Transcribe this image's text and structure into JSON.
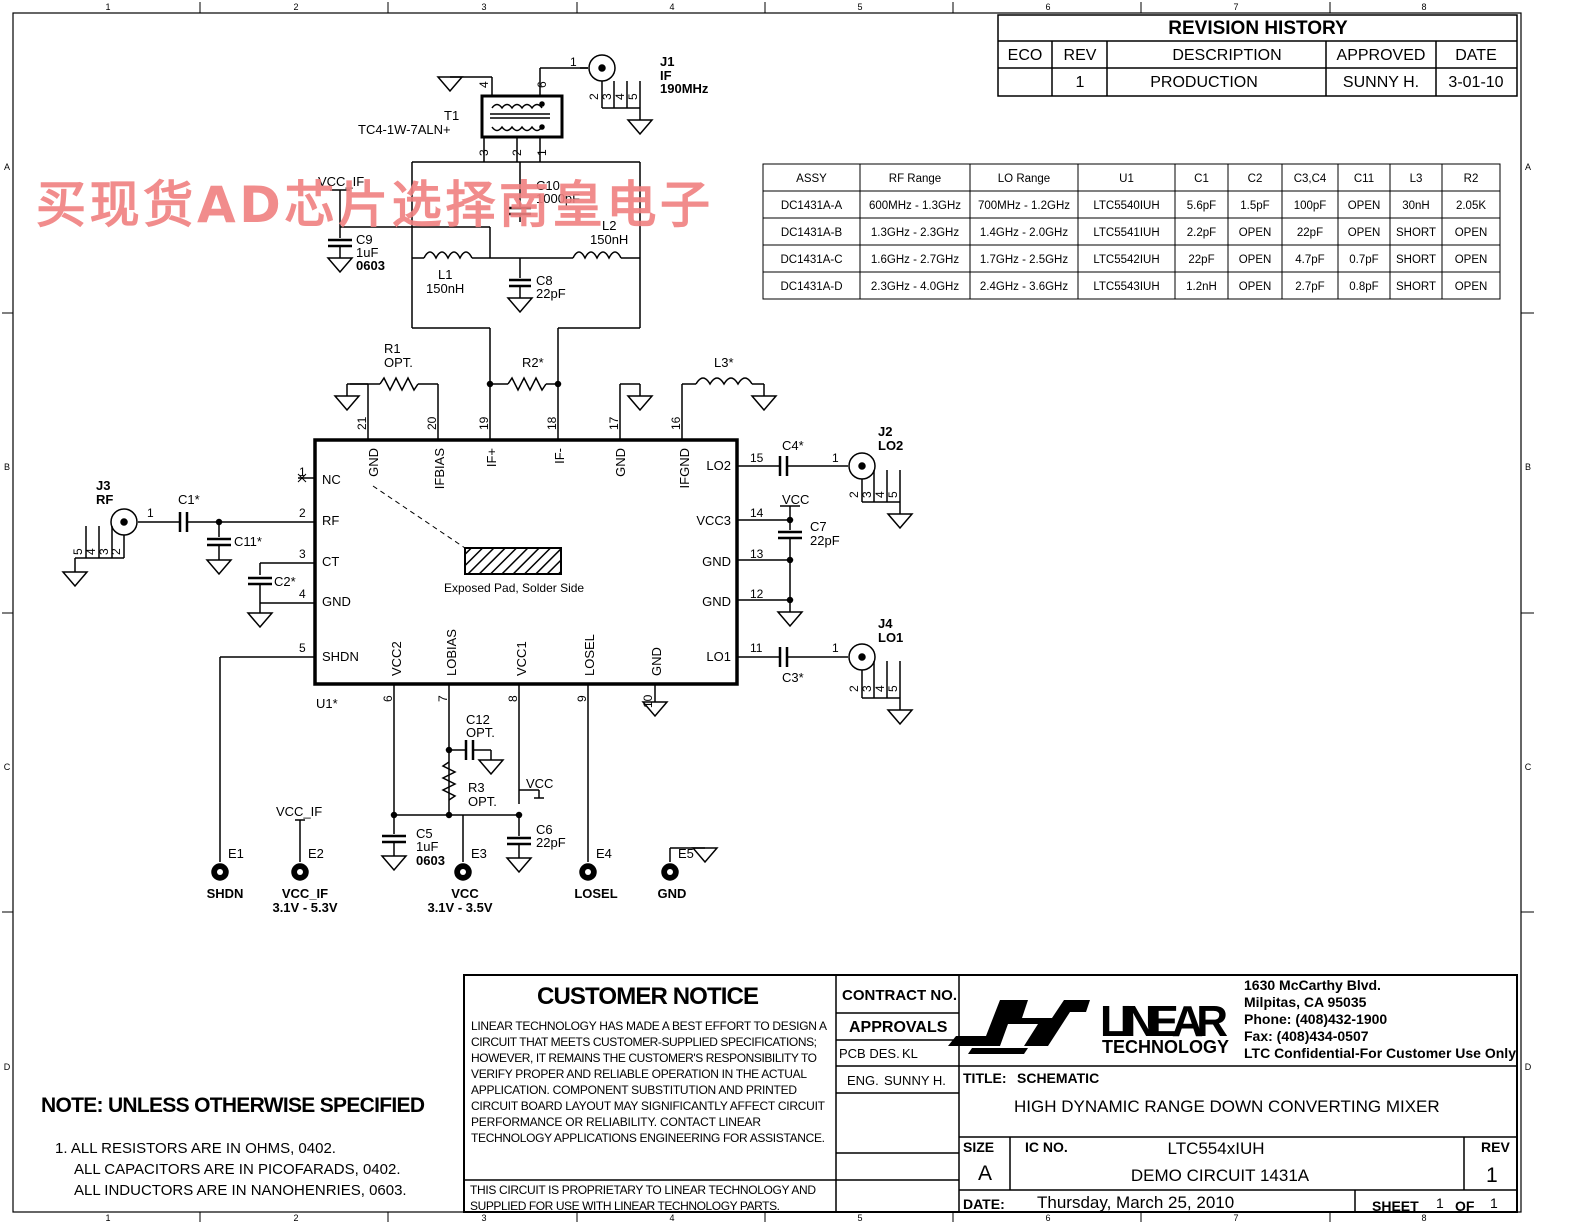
{
  "frame": {
    "col_labels": [
      "1",
      "2",
      "3",
      "4",
      "5",
      "6",
      "7",
      "8"
    ],
    "row_labels": [
      "A",
      "B",
      "C",
      "D"
    ]
  },
  "watermark": "买现货AD芯片选择南皇电子",
  "revision_history": {
    "title": "REVISION HISTORY",
    "headers": [
      "ECO",
      "REV",
      "DESCRIPTION",
      "APPROVED",
      "DATE"
    ],
    "row": [
      "",
      "1",
      "PRODUCTION",
      "SUNNY H.",
      "3-01-10"
    ]
  },
  "assy_table": {
    "headers": [
      "ASSY",
      "RF Range",
      "LO Range",
      "U1",
      "C1",
      "C2",
      "C3,C4",
      "C11",
      "L3",
      "R2"
    ],
    "rows": [
      [
        "DC1431A-A",
        "600MHz - 1.3GHz",
        "700MHz - 1.2GHz",
        "LTC5540IUH",
        "5.6pF",
        "1.5pF",
        "100pF",
        "OPEN",
        "30nH",
        "2.05K"
      ],
      [
        "DC1431A-B",
        "1.3GHz - 2.3GHz",
        "1.4GHz - 2.0GHz",
        "LTC5541IUH",
        "2.2pF",
        "OPEN",
        "22pF",
        "OPEN",
        "SHORT",
        "OPEN"
      ],
      [
        "DC1431A-C",
        "1.6GHz - 2.7GHz",
        "1.7GHz - 2.5GHz",
        "LTC5542IUH",
        "22pF",
        "OPEN",
        "4.7pF",
        "0.7pF",
        "SHORT",
        "OPEN"
      ],
      [
        "DC1431A-D",
        "2.3GHz - 4.0GHz",
        "2.4GHz - 3.6GHz",
        "LTC5543IUH",
        "1.2nH",
        "OPEN",
        "2.7pF",
        "0.8pF",
        "SHORT",
        "OPEN"
      ]
    ]
  },
  "schematic": {
    "t1_ref": "T1",
    "t1_part": "TC4-1W-7ALN+",
    "j1_ref": "J1",
    "j1_name": "IF",
    "j1_freq": "190MHz",
    "vcc_if": "VCC_IF",
    "vcc": "VCC",
    "c9": [
      "C9",
      "1uF",
      "0603"
    ],
    "c10": [
      "C10",
      "1000pF"
    ],
    "l1": [
      "L1",
      "150nH"
    ],
    "l2": [
      "L2",
      "150nH"
    ],
    "c8": [
      "C8",
      "22pF"
    ],
    "r1": [
      "R1",
      "OPT."
    ],
    "r2": "R2*",
    "l3": "L3*",
    "j2": [
      "J2",
      "LO2"
    ],
    "c4": "C4*",
    "c7": [
      "C7",
      "22pF"
    ],
    "j4": [
      "J4",
      "LO1"
    ],
    "c3": "C3*",
    "j3": [
      "J3",
      "RF"
    ],
    "c1": "C1*",
    "c11": "C11*",
    "c2": "C2*",
    "u1": "U1*",
    "pins_top": [
      "GND",
      "IFBIAS",
      "IF+",
      "IF-",
      "GND",
      "IFGND"
    ],
    "pins_left": [
      "NC",
      "RF",
      "CT",
      "GND",
      "SHDN"
    ],
    "pins_right": [
      "LO2",
      "VCC3",
      "GND",
      "GND",
      "LO1"
    ],
    "pins_bottom": [
      "VCC2",
      "LOBIAS",
      "VCC1",
      "LOSEL",
      "GND"
    ],
    "pin_numbers": [
      "1",
      "2",
      "3",
      "4",
      "5",
      "6",
      "7",
      "8",
      "9",
      "10",
      "11",
      "12",
      "13",
      "14",
      "15",
      "16",
      "17",
      "18",
      "19",
      "20",
      "21"
    ],
    "exposed_pad": "Exposed Pad, Solder Side",
    "c12": [
      "C12",
      "OPT."
    ],
    "r3": [
      "R3",
      "OPT."
    ],
    "c5": [
      "C5",
      "1uF",
      "0603"
    ],
    "c6": [
      "C6",
      "22pF"
    ],
    "connector_pins": [
      "1",
      "2",
      "3",
      "4",
      "5",
      "6"
    ],
    "terminals": [
      {
        "ref": "E1",
        "label": "SHDN",
        "sub": ""
      },
      {
        "ref": "E2",
        "label": "VCC_IF",
        "sub": "3.1V - 5.3V"
      },
      {
        "ref": "E3",
        "label": "VCC",
        "sub": "3.1V - 3.5V"
      },
      {
        "ref": "E4",
        "label": "LOSEL",
        "sub": ""
      },
      {
        "ref": "E5",
        "label": "GND",
        "sub": ""
      }
    ]
  },
  "notes": {
    "title": "NOTE: UNLESS OTHERWISE SPECIFIED",
    "lines": [
      "1.  ALL RESISTORS ARE IN OHMS, 0402.",
      "ALL CAPACITORS ARE IN PICOFARADS, 0402.",
      "ALL INDUCTORS ARE IN NANOHENRIES, 0603."
    ]
  },
  "customer_notice": {
    "title": "CUSTOMER NOTICE",
    "lines": [
      "LINEAR TECHNOLOGY HAS MADE A BEST EFFORT TO DESIGN A",
      "CIRCUIT THAT MEETS CUSTOMER-SUPPLIED SPECIFICATIONS;",
      "HOWEVER, IT REMAINS THE CUSTOMER'S RESPONSIBILITY TO",
      "VERIFY PROPER AND RELIABLE OPERATION IN THE ACTUAL",
      "APPLICATION.  COMPONENT SUBSTITUTION AND PRINTED",
      "CIRCUIT BOARD LAYOUT MAY SIGNIFICANTLY AFFECT CIRCUIT",
      "PERFORMANCE OR RELIABILITY.  CONTACT LINEAR",
      "TECHNOLOGY APPLICATIONS ENGINEERING FOR ASSISTANCE."
    ],
    "proprietary": [
      "THIS CIRCUIT IS PROPRIETARY TO LINEAR TECHNOLOGY AND",
      "SUPPLIED FOR USE WITH LINEAR TECHNOLOGY PARTS."
    ]
  },
  "approvals": {
    "contract": "CONTRACT NO.",
    "title": "APPROVALS",
    "pcb_label": "PCB DES.",
    "pcb_value": "KL",
    "eng_label": "ENG.",
    "eng_value": "SUNNY H."
  },
  "company": {
    "logo_word": "LINEAR",
    "logo_sub": "TECHNOLOGY",
    "address": [
      "1630 McCarthy Blvd.",
      "Milpitas, CA 95035",
      "Phone: (408)432-1900",
      "Fax: (408)434-0507",
      "LTC Confidential-For Customer Use Only"
    ]
  },
  "title_block": {
    "title_label": "TITLE:",
    "title_value": "SCHEMATIC",
    "description": "HIGH DYNAMIC RANGE DOWN CONVERTING MIXER",
    "size_label": "SIZE",
    "size": "A",
    "ic_label": "IC NO.",
    "ic": "LTC554xIUH",
    "demo": "DEMO CIRCUIT 1431A",
    "rev_label": "REV",
    "rev": "1",
    "date_label": "DATE:",
    "date": "Thursday, March 25, 2010",
    "sheet_label": "SHEET",
    "sheet": "1",
    "of_label": "OF",
    "of": "1"
  }
}
